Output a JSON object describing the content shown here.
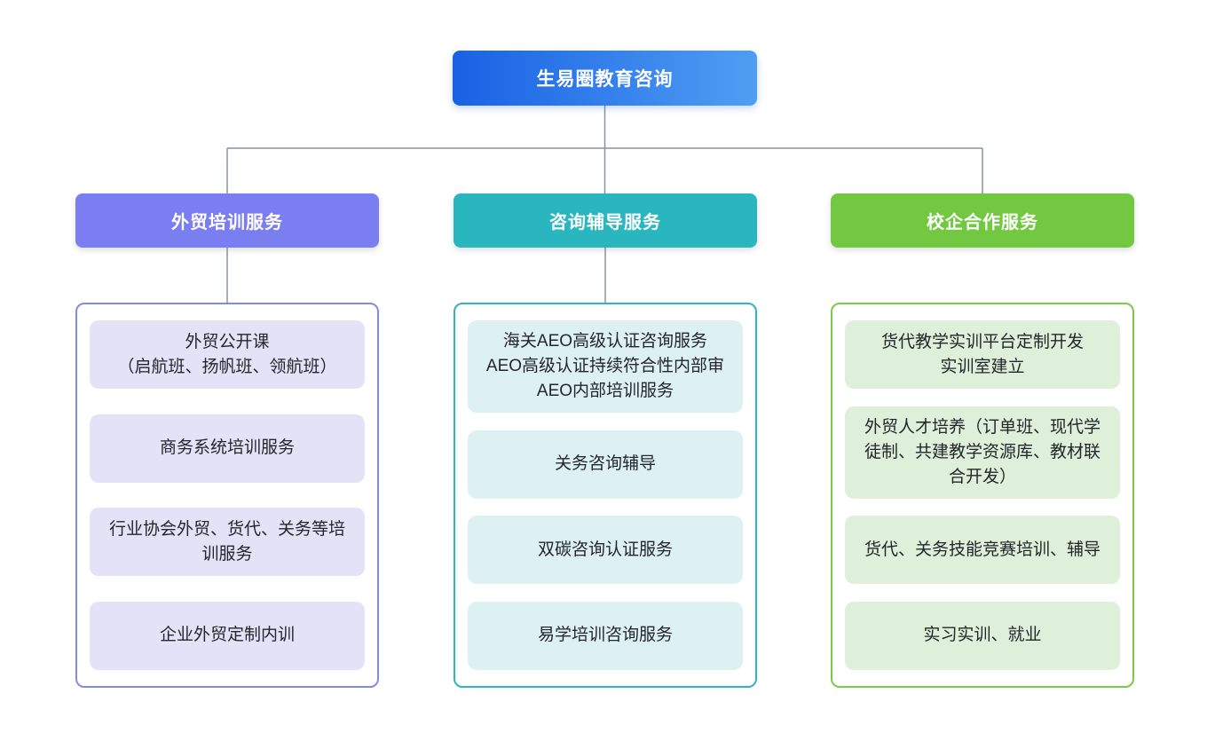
{
  "diagram": {
    "root": {
      "label": "生易圈教育咨询"
    },
    "columns": [
      {
        "label": "外贸培训服务",
        "color": "#7a7ef0",
        "item_bg": "#e4e2f7",
        "items": [
          "外贸公开课\n（启航班、扬帆班、领航班）",
          "商务系统培训服务",
          "行业协会外贸、货代、关务等培训服务",
          "企业外贸定制内训"
        ]
      },
      {
        "label": "咨询辅导服务",
        "color": "#29b6bf",
        "item_bg": "#ddf1f3",
        "items": [
          "海关AEO高级认证咨询服务\nAEO高级认证持续符合性内部审\nAEO内部培训服务",
          "关务咨询辅导",
          "双碳咨询认证服务",
          "易学培训咨询服务"
        ]
      },
      {
        "label": "校企合作服务",
        "color": "#72c840",
        "item_bg": "#def0da",
        "items": [
          "货代教学实训平台定制开发\n实训室建立",
          "外贸人才培养（订单班、现代学徒制、共建教学资源库、教材联合开发）",
          "货代、关务技能竞赛培训、辅导",
          "实习实训、就业"
        ]
      }
    ],
    "styles": {
      "root_gradient_start": "#1961e4",
      "root_gradient_end": "#4f9ef3",
      "connector_color": "#8494a4",
      "background": "#ffffff"
    }
  }
}
